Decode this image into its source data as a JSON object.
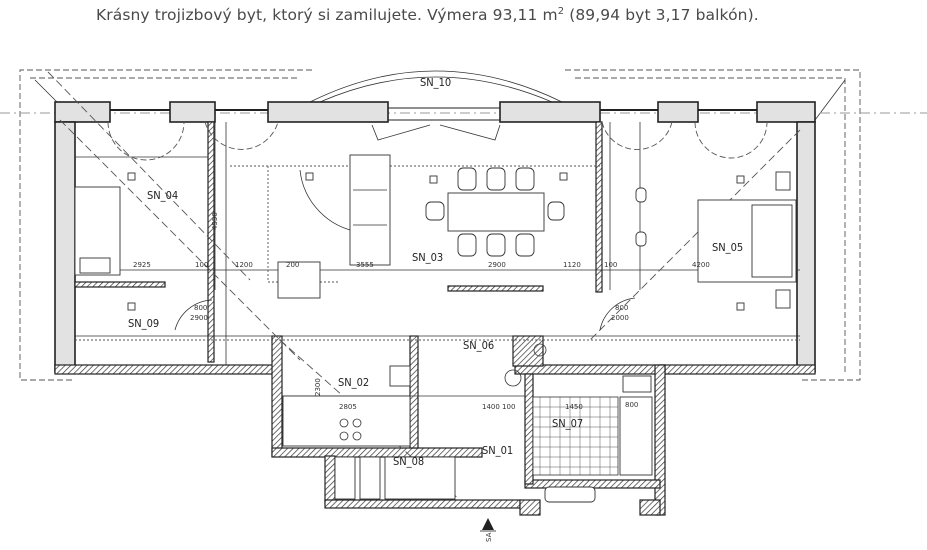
{
  "caption": {
    "text_before_sup": "Krásny trojizbový byt, ktorý si zamilujete. Výmera 93,11 m",
    "sup": "2",
    "text_after_sup": " (89,94 byt 3,17 balkón)."
  },
  "rooms": {
    "sn10": "SN_10",
    "sn04": "SN_04",
    "sn03": "SN_03",
    "sn05": "SN_05",
    "sn09": "SN_09",
    "sn06": "SN_06",
    "sn02": "SN_02",
    "sn01": "SN_01",
    "sn07": "SN_07",
    "sn08": "SN_08"
  },
  "dimensions": {
    "d2925": "2925",
    "d100a": "100",
    "d1200": "1200",
    "d200": "200",
    "d3555": "3555",
    "d2900a": "2900",
    "d1120": "1120",
    "d100b": "100",
    "d4200": "4200",
    "d4550": "4550",
    "d800a": "800",
    "d2900b": "2900",
    "d800b": "800",
    "d2000": "2000",
    "d2805": "2805",
    "d1400": "1400 100",
    "d1450": "1450",
    "d800c": "800",
    "d2300": "2300"
  },
  "north_marker": "SA"
}
